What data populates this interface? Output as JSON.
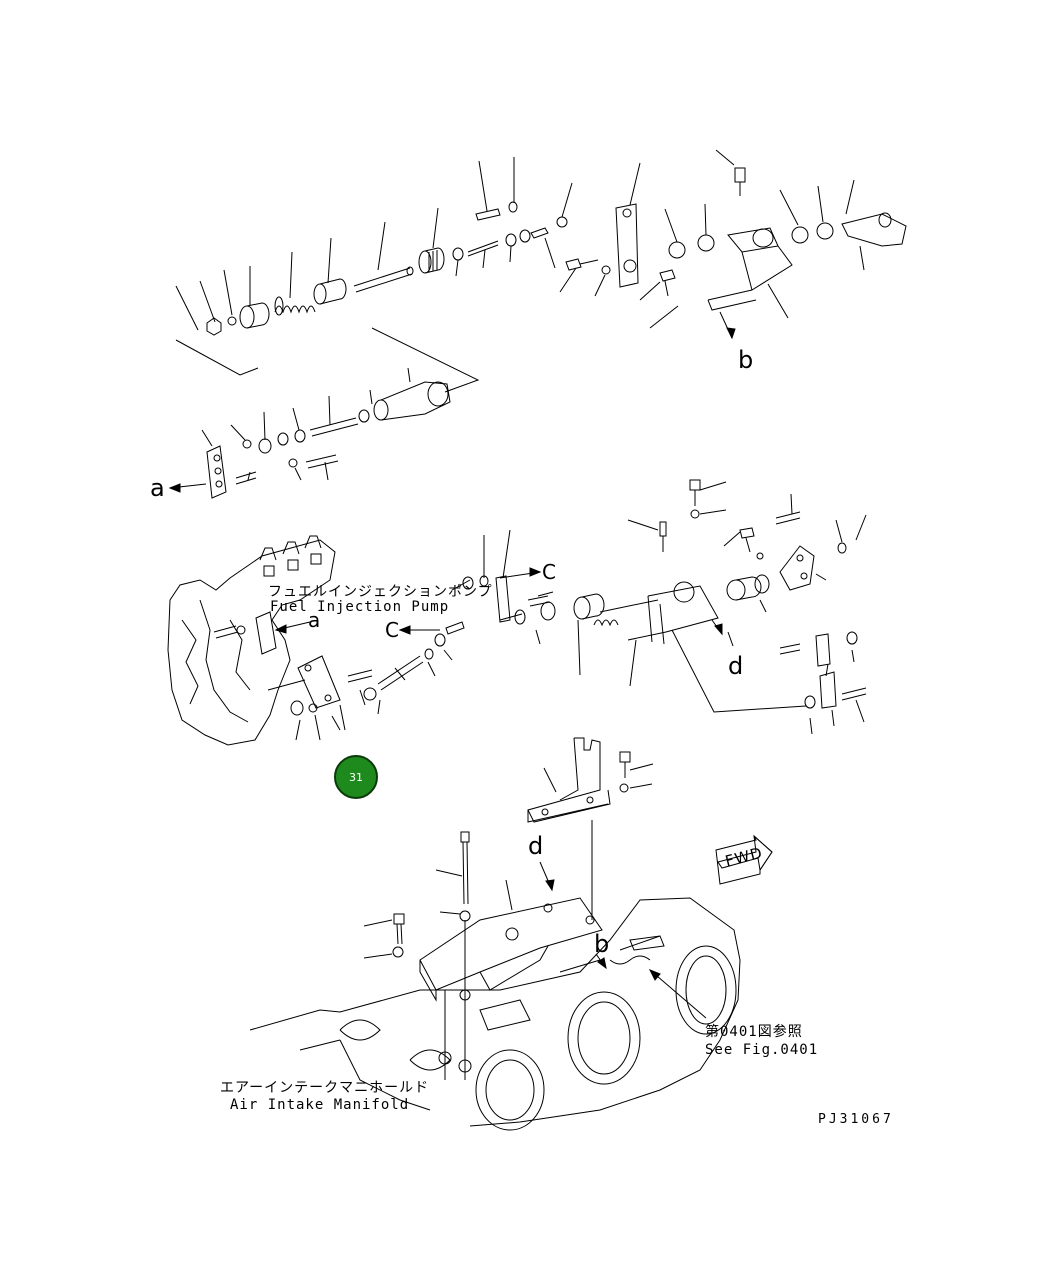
{
  "labels": {
    "fuel_pump_jp": "フュエルインジェクションポンプ",
    "fuel_pump_en": "Fuel Injection Pump",
    "see_fig_jp": "第0401図参照",
    "see_fig_en": "See Fig.0401",
    "air_intake_jp": "エアーインテークマニホールド",
    "air_intake_en": "Air Intake Manifold",
    "drawing_code": "PJ31067",
    "fwd": "FWD"
  },
  "ref_letters": {
    "a_left": "a",
    "a_pump": "a",
    "b_top": "b",
    "b_bottom": "b",
    "c_upper": "C",
    "c_lower": "C",
    "d_right": "d",
    "d_bottom": "d"
  },
  "badge": {
    "number": "31",
    "color": "#1e8a1e"
  }
}
